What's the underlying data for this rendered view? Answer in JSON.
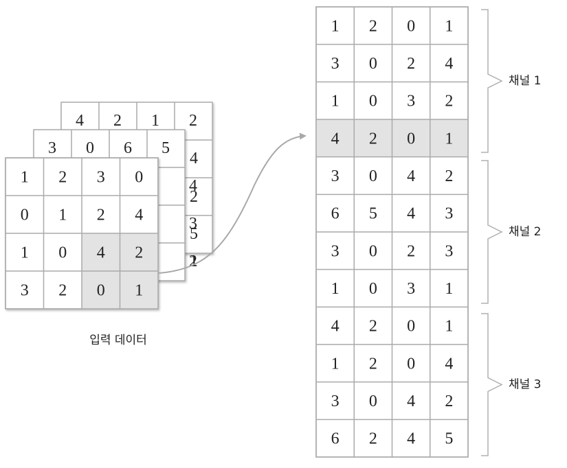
{
  "input_label": "입력 데이터",
  "input_channels": [
    {
      "rows": [
        [
          "1",
          "2",
          "3",
          "0"
        ],
        [
          "0",
          "1",
          "2",
          "4"
        ],
        [
          "1",
          "0",
          "4",
          "2"
        ],
        [
          "3",
          "2",
          "0",
          "1"
        ]
      ]
    },
    {
      "rows": [
        [
          "3",
          "0",
          "6",
          "5"
        ],
        [
          "",
          "",
          "",
          "4"
        ],
        [
          "",
          "",
          "",
          "3"
        ],
        [
          "",
          "",
          "",
          "2"
        ]
      ]
    },
    {
      "rows": [
        [
          "4",
          "2",
          "1",
          "2"
        ],
        [
          "",
          "",
          "",
          "4"
        ],
        [
          "",
          "",
          "",
          "2"
        ],
        [
          "",
          "",
          "",
          "5"
        ],
        [
          "",
          "",
          "",
          "1"
        ]
      ]
    }
  ],
  "front_visible_extra": [
    "3",
    "2",
    "0",
    "1"
  ],
  "highlight_front": [
    [
      2,
      2
    ],
    [
      2,
      3
    ],
    [
      3,
      2
    ],
    [
      3,
      3
    ]
  ],
  "output_rows": [
    [
      "1",
      "2",
      "0",
      "1"
    ],
    [
      "3",
      "0",
      "2",
      "4"
    ],
    [
      "1",
      "0",
      "3",
      "2"
    ],
    [
      "4",
      "2",
      "0",
      "1"
    ],
    [
      "3",
      "0",
      "4",
      "2"
    ],
    [
      "6",
      "5",
      "4",
      "3"
    ],
    [
      "3",
      "0",
      "2",
      "3"
    ],
    [
      "1",
      "0",
      "3",
      "1"
    ],
    [
      "4",
      "2",
      "0",
      "1"
    ],
    [
      "1",
      "2",
      "0",
      "4"
    ],
    [
      "3",
      "0",
      "4",
      "2"
    ],
    [
      "6",
      "2",
      "4",
      "5"
    ]
  ],
  "highlight_output_row": 3,
  "groups": [
    {
      "label": "채널 1"
    },
    {
      "label": "채널 2"
    },
    {
      "label": "채널 3"
    }
  ],
  "colors": {
    "grid_line": "#aaaaaa",
    "highlight": "#e3e3e3",
    "text": "#222222",
    "arrow": "#a8a8a8"
  }
}
